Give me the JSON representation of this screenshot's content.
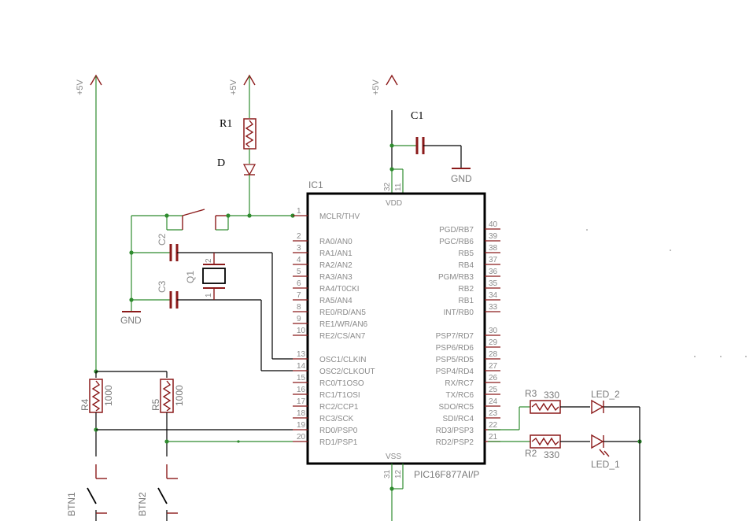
{
  "supply": {
    "label": "+5V",
    "vdd_label": "VDD",
    "gnd_label": "GND"
  },
  "ic": {
    "ref": "IC1",
    "part": "PIC16F877AI/P",
    "vdd_pins": [
      "32",
      "11"
    ],
    "vss_pins": [
      "31",
      "12"
    ],
    "vdd_label": "VDD",
    "vss_label": "VSS",
    "left_pins": [
      {
        "num": "1",
        "name": "MCLR/THV"
      },
      {
        "num": "2",
        "name": "RA0/AN0"
      },
      {
        "num": "3",
        "name": "RA1/AN1"
      },
      {
        "num": "4",
        "name": "RA2/AN2"
      },
      {
        "num": "5",
        "name": "RA3/AN3"
      },
      {
        "num": "6",
        "name": "RA4/T0CKI"
      },
      {
        "num": "7",
        "name": "RA5/AN4"
      },
      {
        "num": "8",
        "name": "RE0/RD/AN5"
      },
      {
        "num": "9",
        "name": "RE1/WR/AN6"
      },
      {
        "num": "10",
        "name": "RE2/CS/AN7"
      },
      {
        "num": "13",
        "name": "OSC1/CLKIN"
      },
      {
        "num": "14",
        "name": "OSC2/CLKOUT"
      },
      {
        "num": "15",
        "name": "RC0/T1OSO"
      },
      {
        "num": "16",
        "name": "RC1/T1OSI"
      },
      {
        "num": "17",
        "name": "RC2/CCP1"
      },
      {
        "num": "18",
        "name": "RC3/SCK"
      },
      {
        "num": "19",
        "name": "RD0/PSP0"
      },
      {
        "num": "20",
        "name": "RD1/PSP1"
      }
    ],
    "right_pins": [
      {
        "num": "40",
        "name": "PGD/RB7"
      },
      {
        "num": "39",
        "name": "PGC/RB6"
      },
      {
        "num": "38",
        "name": "RB5"
      },
      {
        "num": "37",
        "name": "RB4"
      },
      {
        "num": "36",
        "name": "PGM/RB3"
      },
      {
        "num": "35",
        "name": "RB2"
      },
      {
        "num": "34",
        "name": "RB1"
      },
      {
        "num": "33",
        "name": "INT/RB0"
      },
      {
        "num": "30",
        "name": "PSP7/RD7"
      },
      {
        "num": "29",
        "name": "PSP6/RD6"
      },
      {
        "num": "28",
        "name": "PSP5/RD5"
      },
      {
        "num": "27",
        "name": "PSP4/RD4"
      },
      {
        "num": "26",
        "name": "RX/RC7"
      },
      {
        "num": "25",
        "name": "TX/RC6"
      },
      {
        "num": "24",
        "name": "SDO/RC5"
      },
      {
        "num": "23",
        "name": "SDI/RC4"
      },
      {
        "num": "22",
        "name": "RD3/PSP3"
      },
      {
        "num": "21",
        "name": "RD2/PSP2"
      }
    ]
  },
  "components": {
    "r1": "R1",
    "d": "D",
    "c1": "C1",
    "c2": "C2",
    "c3": "C3",
    "q1": "Q1",
    "q1_pin1": "1",
    "q1_pin2": "2",
    "r2": "R2",
    "r2_value": "330",
    "r3": "R3",
    "r3_value": "330",
    "r4": "R4",
    "r4_value": "1000",
    "r5": "R5",
    "r5_value": "1000",
    "led1": "LED_1",
    "led2": "LED_2",
    "btn1": "BTN1",
    "btn2": "BTN2"
  },
  "colors": {
    "wire": "#2e8b2e",
    "part": "#8b1a1a",
    "ink": "#000000",
    "label": "#8a8a8a"
  }
}
